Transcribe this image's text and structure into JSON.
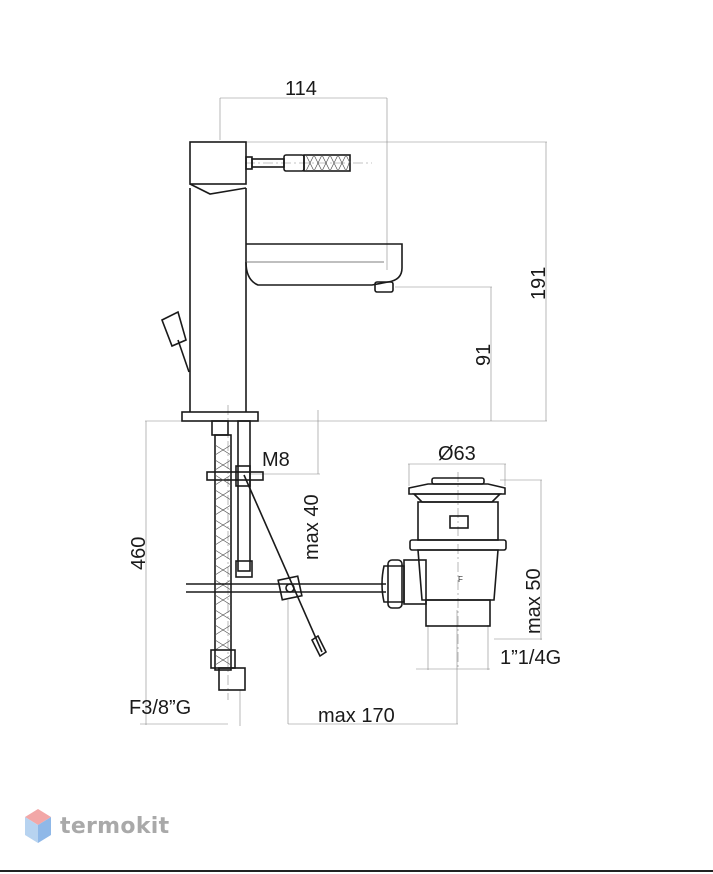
{
  "dimensions": {
    "width_top": "114",
    "height_total": "191",
    "spout_height": "91",
    "thread": "M8",
    "max_40": "max 40",
    "hose_length": "460",
    "waste_diameter": "Ø63",
    "max_50": "max 50",
    "waste_thread": "1”1/4G",
    "hose_thread": "F3/8”G",
    "max_170": "max 170"
  },
  "logo": {
    "text": "termokit",
    "icon": "hexagon-logo-icon",
    "colors": {
      "top": "#f2a7a7",
      "left": "#b7d3f0",
      "right": "#8fb8e8",
      "text": "#a9a9a9"
    }
  }
}
